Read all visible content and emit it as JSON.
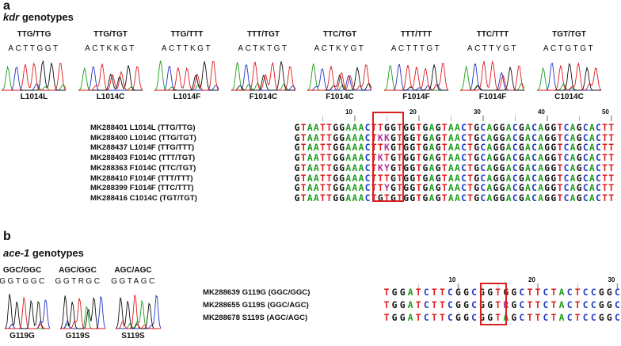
{
  "panel_a": {
    "letter": "a",
    "title_italic": "kdr",
    "title_rest": " genotypes",
    "chromatograms": [
      {
        "genotype": "TTG/TTG",
        "bases": "ACTTGGT",
        "mutation": "L1014L"
      },
      {
        "genotype": "TTG/TGT",
        "bases": "ACTKKGT",
        "mutation": "L1014C"
      },
      {
        "genotype": "TTG/TTT",
        "bases": "ACTTKGT",
        "mutation": "L1014F"
      },
      {
        "genotype": "TTT/TGT",
        "bases": "ACTKTGT",
        "mutation": "F1014C"
      },
      {
        "genotype": "TTC/TGT",
        "bases": "ACTKYGT",
        "mutation": "F1014C"
      },
      {
        "genotype": "TTT/TTT",
        "bases": "ACTTTGT",
        "mutation": "F1014F"
      },
      {
        "genotype": "TTC/TTT",
        "bases": "ACTTYGT",
        "mutation": "F1014F"
      },
      {
        "genotype": "TGT/TGT",
        "bases": "ACTGTGT",
        "mutation": "C1014C"
      }
    ],
    "ruler": [
      "10",
      "20",
      "30",
      "40",
      "50"
    ],
    "alignment": [
      {
        "label": "MK288401 L1014L (TTG/TTG)",
        "seq": "GTAATTGGAAACTTGGTGGTGAGTAACTGCAGGACGACAGGTCAGCACTT"
      },
      {
        "label": "MK288400 L1014C  (TTG/TGT)",
        "seq": "GTAATTGGAAACTKKGTGGTGAGTAACTGCAGGACGACAGGTCAGCACTT"
      },
      {
        "label": "MK288437 L1014F (TTG/TTT)",
        "seq": "GTAATTGGAAACTTKGTGGTGAGTAACTGCAGGACGACAGGTCAGCACTT"
      },
      {
        "label": "MK288403 F1014C (TTT/TGT)",
        "seq": "GTAATTGGAAACTKTGTGGTGAGTAACTGCAGGACGACAGGTCAGCACTT"
      },
      {
        "label": "MK288363 F1014C (TTC/TGT)",
        "seq": "GTAATTGGAAACTKYGTGGTGAGTAACTGCAGGACGACAGGTCAGCACTT"
      },
      {
        "label": "MK288410 F1014F (TTT/TTT)",
        "seq": "GTAATTGGAAACTTTGTGGTGAGTAACTGCAGGACGACAGGTCAGCACTT"
      },
      {
        "label": "MK288399 F1014F (TTC/TTT)",
        "seq": "GTAATTGGAAACTTYGTGGTGAGTAACTGCAGGACGACAGGTCAGCACTT"
      },
      {
        "label": "MK288416 C1014C (TGT/TGT)",
        "seq": "GTAATTGGAAACTGTGTGGTGAGTAACTGCAGGACGACAGGTCAGCACTT"
      }
    ]
  },
  "panel_b": {
    "letter": "b",
    "title_italic": "ace-1",
    "title_rest": " genotypes",
    "chromatograms": [
      {
        "genotype": "GGC/GGC",
        "bases": "GGTGGC",
        "mutation": "G119G"
      },
      {
        "genotype": "AGC/GGC",
        "bases": "GGTRGC",
        "mutation": "G119S"
      },
      {
        "genotype": "AGC/AGC",
        "bases": "GGTAGC",
        "mutation": "S119S"
      }
    ],
    "ruler": [
      "10",
      "20",
      "30"
    ],
    "alignment": [
      {
        "label": "MK288639 G119G (GGC/GGC)",
        "seq": "TGGATCTTCGGCGGTGGCTTCTACTCCGGC"
      },
      {
        "label": "MK288655 G119S (GGC/AGC)",
        "seq": "TGGATCTTCGGCGGTRGCTTCTACTCCGGC"
      },
      {
        "label": "MK288678 S119S (AGC/AGC)",
        "seq": "TGGATCTTCGGCGGTAGCTTCTACTCCGGC"
      }
    ]
  },
  "colors": {
    "A": "#1a9c1a",
    "C": "#1f36c8",
    "G": "#111111",
    "T": "#e01a1a",
    "ambiguous": "#b0309a",
    "highlight": "#d92020"
  }
}
